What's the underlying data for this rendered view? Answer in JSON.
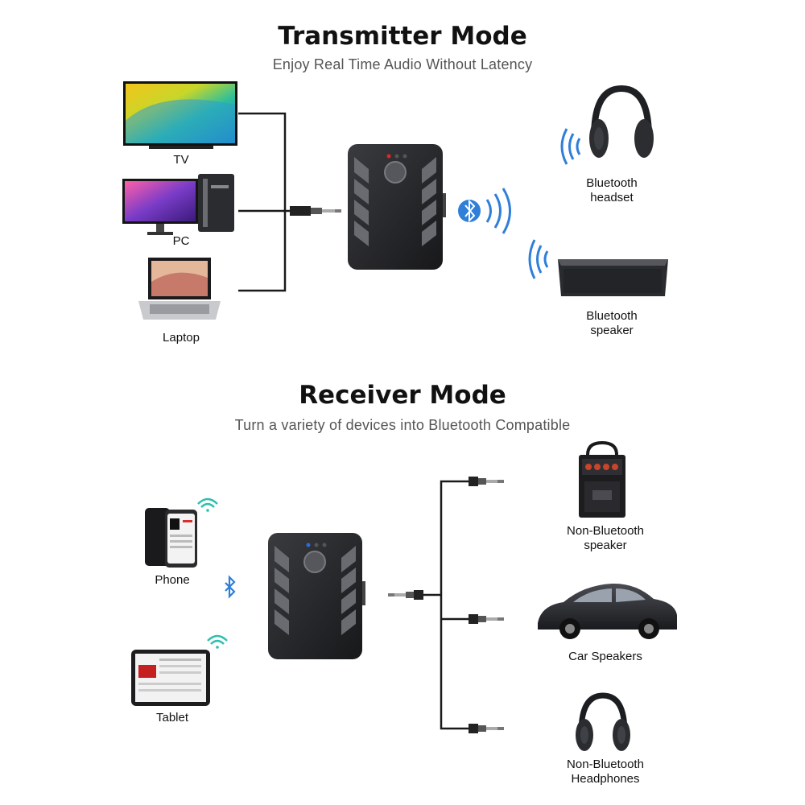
{
  "transmitter": {
    "title": "Transmitter Mode",
    "subtitle": "Enjoy Real Time Audio Without Latency",
    "sources": [
      "TV",
      "PC",
      "Laptop"
    ],
    "targets": [
      "Bluetooth\nheadset",
      "Bluetooth\nspeaker"
    ]
  },
  "receiver": {
    "title": "Receiver Mode",
    "subtitle": "Turn a variety of devices into Bluetooth Compatible",
    "sources": [
      "Phone",
      "Tablet"
    ],
    "targets": [
      "Non-Bluetooth\nspeaker",
      "Car Speakers",
      "Non-Bluetooth\nHeadphones"
    ]
  },
  "colors": {
    "bluetooth": "#2f7fd9",
    "device": "#2a2b2e",
    "led_red": "#e02626",
    "led_blue": "#2a6de0"
  },
  "icons": [
    "tv-icon",
    "pc-icon",
    "laptop-icon",
    "adapter-device",
    "bluetooth-icon",
    "headset-icon",
    "speaker-icon",
    "phone-icon",
    "tablet-icon",
    "boombox-icon",
    "car-icon",
    "headphones-icon"
  ]
}
